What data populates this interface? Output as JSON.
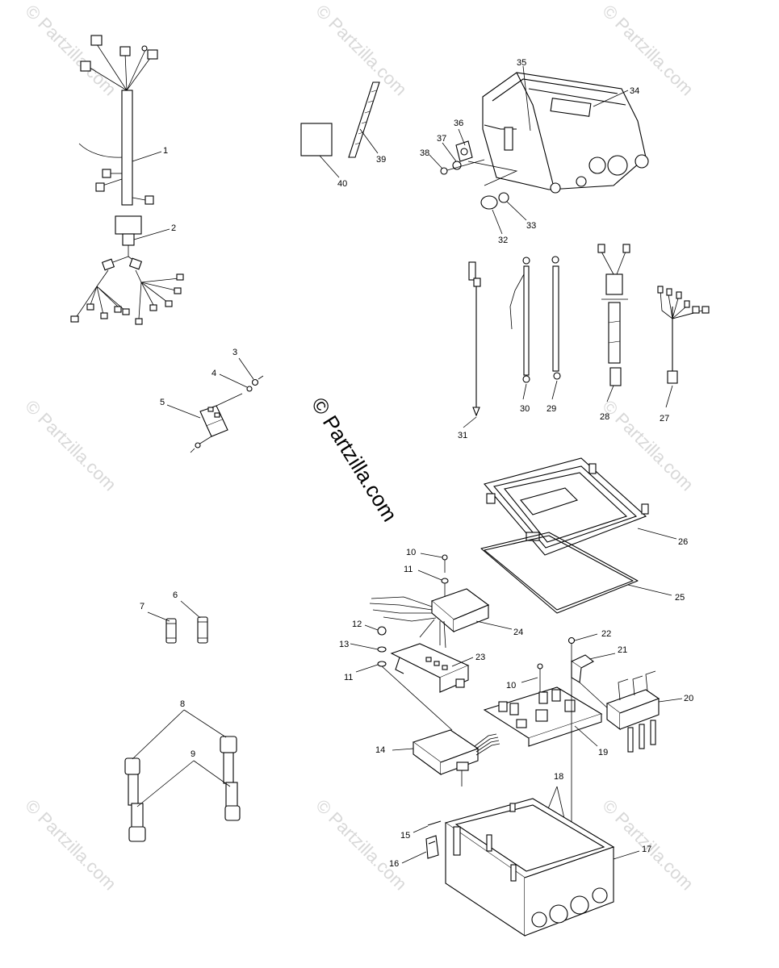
{
  "watermark": {
    "text": "© Partzilla.com",
    "center_text": "© Partzilla.com"
  },
  "callouts": {
    "n1": "1",
    "n2": "2",
    "n3": "3",
    "n4": "4",
    "n5": "5",
    "n6": "6",
    "n7": "7",
    "n8": "8",
    "n9": "9",
    "n10a": "10",
    "n10b": "10",
    "n11a": "11",
    "n11b": "11",
    "n12": "12",
    "n13": "13",
    "n14": "14",
    "n15": "15",
    "n16": "16",
    "n17": "17",
    "n18": "18",
    "n19": "19",
    "n20": "20",
    "n21": "21",
    "n22": "22",
    "n23": "23",
    "n24": "24",
    "n25": "25",
    "n26": "26",
    "n27": "27",
    "n28": "28",
    "n29": "29",
    "n30": "30",
    "n31": "31",
    "n32": "32",
    "n33": "33",
    "n34": "34",
    "n35": "35",
    "n36": "36",
    "n37": "37",
    "n38": "38",
    "n39": "39",
    "n40": "40"
  }
}
